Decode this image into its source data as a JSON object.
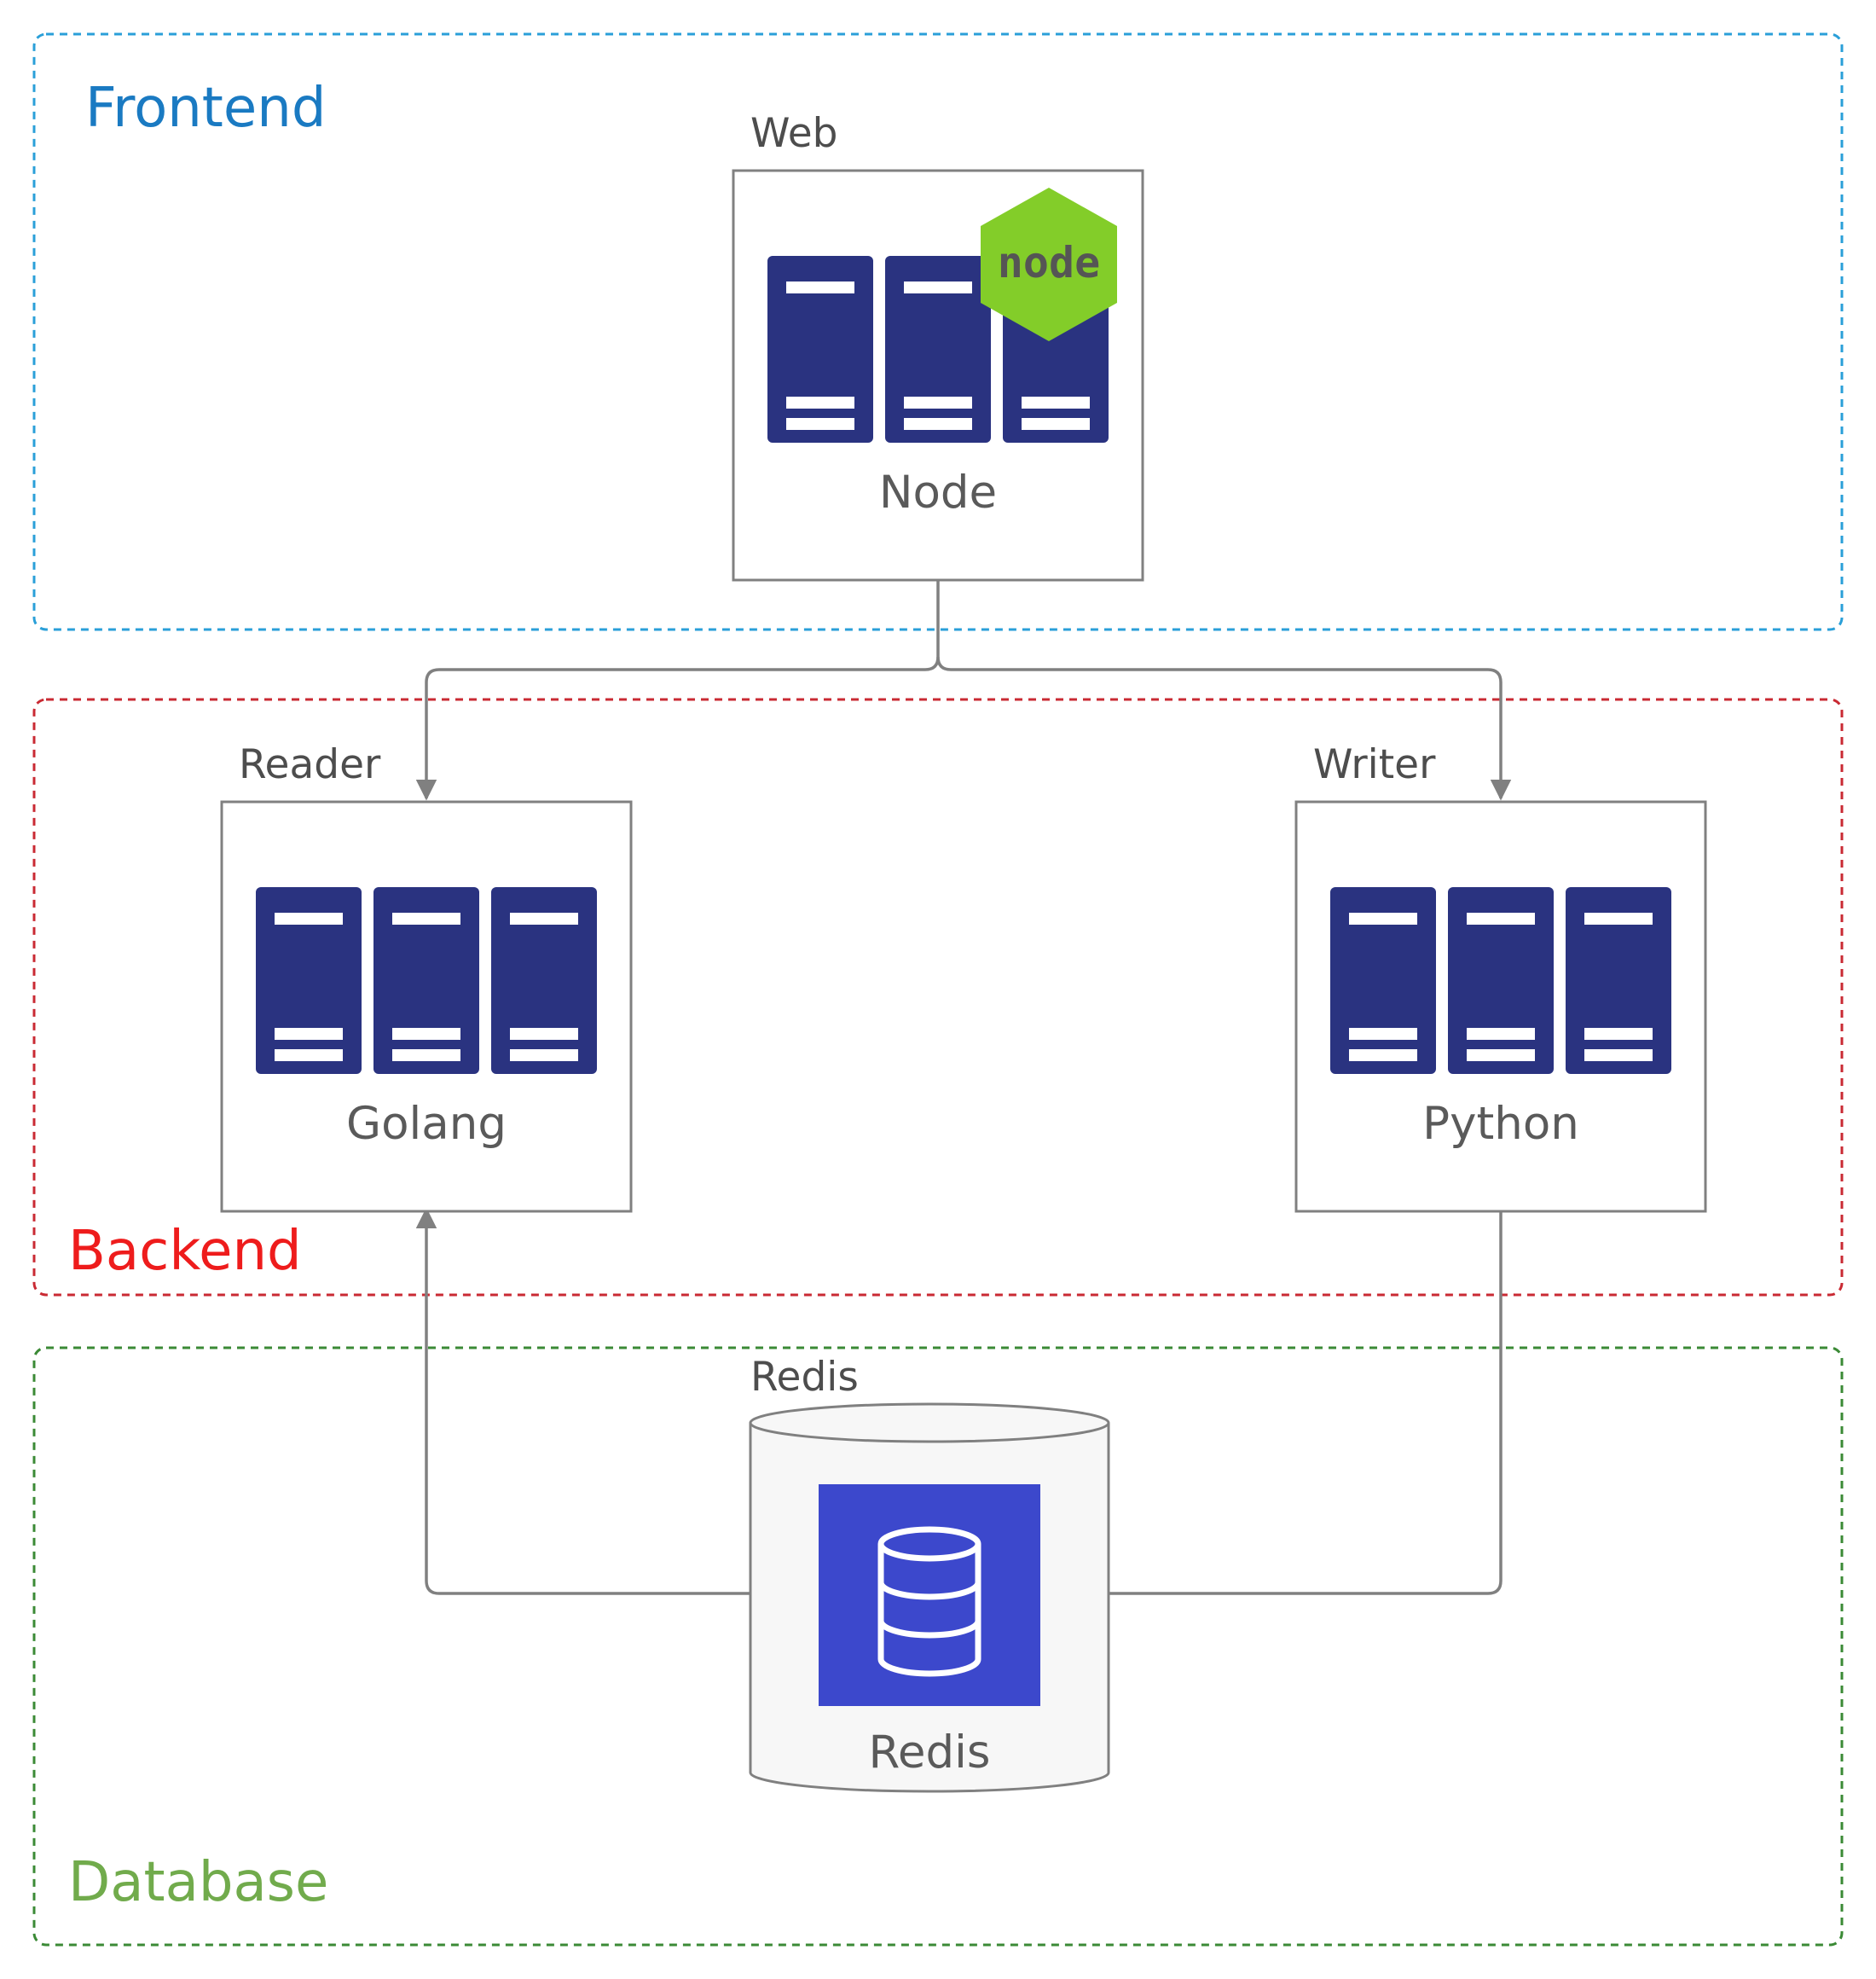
{
  "zones": {
    "frontend": {
      "label": "Frontend",
      "color": "#1a7ac2",
      "border": "#2a9fd8"
    },
    "backend": {
      "label": "Backend",
      "color": "#ee1c1c",
      "border": "#c92a33"
    },
    "database": {
      "label": "Database",
      "color": "#71ab4c",
      "border": "#3b8a36"
    }
  },
  "nodes": {
    "web": {
      "title": "Web",
      "caption": "Node",
      "badge": "node",
      "badge_color": "#83cd29"
    },
    "reader": {
      "title": "Reader",
      "caption": "Golang"
    },
    "writer": {
      "title": "Writer",
      "caption": "Python"
    },
    "redis": {
      "title": "Redis",
      "caption": "Redis"
    }
  },
  "colors": {
    "server": "#2a3380",
    "redis_tile": "#3c48cc",
    "connector": "#808080",
    "box_border": "#808080"
  },
  "icons": {
    "server": "server-rack-icon",
    "database": "database-icon",
    "node_badge": "nodejs-logo-icon"
  },
  "connections": [
    {
      "from": "Web",
      "to": "Reader"
    },
    {
      "from": "Web",
      "to": "Writer"
    },
    {
      "from": "Redis",
      "to": "Reader"
    },
    {
      "from": "Writer",
      "to": "Redis"
    }
  ]
}
